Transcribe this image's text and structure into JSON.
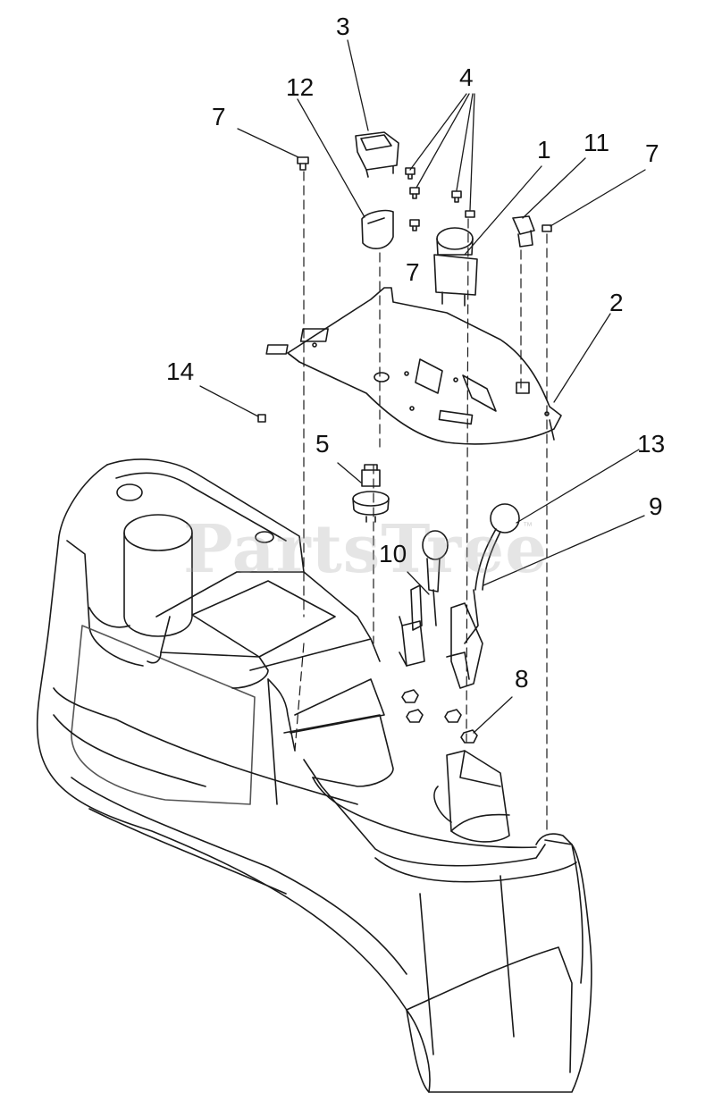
{
  "diagram": {
    "watermark": "PartsTree",
    "watermark_tm": "™",
    "callouts": [
      {
        "id": "c1",
        "label": "1"
      },
      {
        "id": "c2",
        "label": "2"
      },
      {
        "id": "c3",
        "label": "3"
      },
      {
        "id": "c4",
        "label": "4"
      },
      {
        "id": "c5",
        "label": "5"
      },
      {
        "id": "c7a",
        "label": "7"
      },
      {
        "id": "c7b",
        "label": "7"
      },
      {
        "id": "c7c",
        "label": "7"
      },
      {
        "id": "c8",
        "label": "8"
      },
      {
        "id": "c9",
        "label": "9"
      },
      {
        "id": "c10",
        "label": "10"
      },
      {
        "id": "c11",
        "label": "11"
      },
      {
        "id": "c12",
        "label": "12"
      },
      {
        "id": "c13",
        "label": "13"
      },
      {
        "id": "c14",
        "label": "14"
      }
    ]
  }
}
